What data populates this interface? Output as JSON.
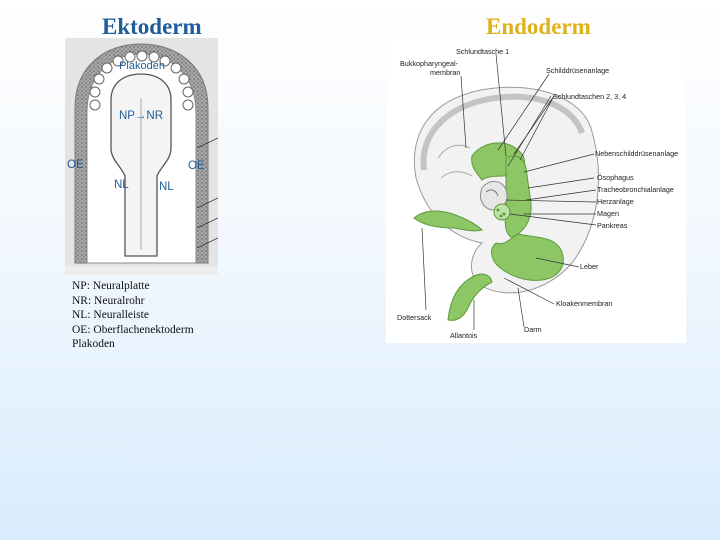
{
  "slide": {
    "left_title": "Ektoderm",
    "right_title": "Endoderm",
    "title_colors": {
      "left": "#1f5c99",
      "right": "#e0b21a"
    }
  },
  "ectoderm_figure": {
    "labels": {
      "plakoden": "Plakoden",
      "np_nr": "NP→NR",
      "oe_left": "OE",
      "oe_right": "OE",
      "nl_left": "NL",
      "nl_right": "NL"
    },
    "label_color": "#1f5c99"
  },
  "legend": [
    "NP: Neuralplatte",
    "NR: Neuralrohr",
    "NL: Neuralleiste",
    "OE: Oberflachenektoderm",
    "Plakoden"
  ],
  "endoderm_figure": {
    "labels": {
      "bukkopharyngeal_1": "Bukkopharyngeal-",
      "bukkopharyngeal_2": "membran",
      "schlundtasche1": "Schlundtasche 1",
      "schilddruesen": "Schilddrüsenanlage",
      "schlundtaschen234": "Schlundtaschen 2, 3, 4",
      "nebenschild": "Nebenschilddrüsenanlage",
      "oesophagus": "Ösophagus",
      "tracheo": "Tracheobronchialanlage",
      "herz": "Herzanlage",
      "magen": "Magen",
      "pankreas": "Pankreas",
      "leber": "Leber",
      "kloaken": "Kloakenmembran",
      "darm": "Darm",
      "allantois": "Allantois",
      "dottersack": "Dottersack"
    },
    "endoderm_color": "#8cc665"
  }
}
